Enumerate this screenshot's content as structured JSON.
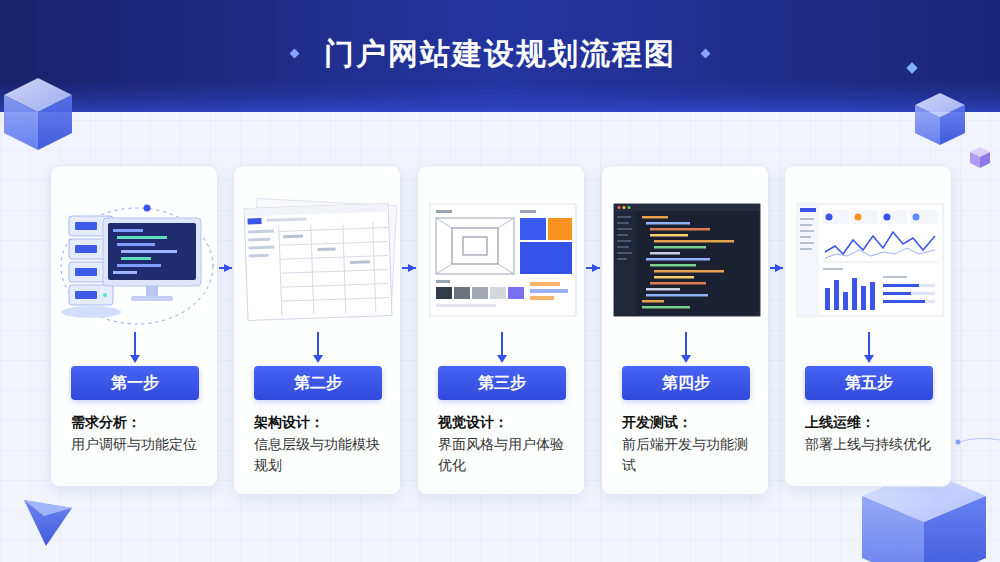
{
  "diagram": {
    "title": "门户网站建设规划流程图",
    "nodes": [
      {
        "text": [
          "需求分析：",
          "用户调研与功能定位"
        ]
      },
      {
        "text": [
          "第一步"
        ],
        "in": 0
      },
      {
        "text": [
          "架构设计：",
          "信息层级与功能模块规划"
        ]
      },
      {
        "text": [
          "第二步"
        ],
        "in": 2
      },
      {
        "text": [
          "视觉设计：",
          "界面风格与用户体验优化"
        ]
      },
      {
        "text": [
          "第三步"
        ],
        "in": 4
      },
      {
        "text": [
          "开发测试：",
          "前后端开发与功能测试"
        ]
      },
      {
        "text": [
          "第四步"
        ],
        "in": 6
      },
      {
        "text": [
          "上线运维：",
          "部署上线与持续优化"
        ]
      },
      {
        "text": [
          "第五步"
        ],
        "in": 8
      }
    ],
    "edges": [
      {
        "from": 0,
        "to": 2,
        "arrow": "to"
      },
      {
        "from": 2,
        "to": 4,
        "arrow": "to"
      },
      {
        "from": 4,
        "to": 6,
        "arrow": "to"
      },
      {
        "from": 6,
        "to": 8,
        "arrow": "to"
      }
    ]
  }
}
